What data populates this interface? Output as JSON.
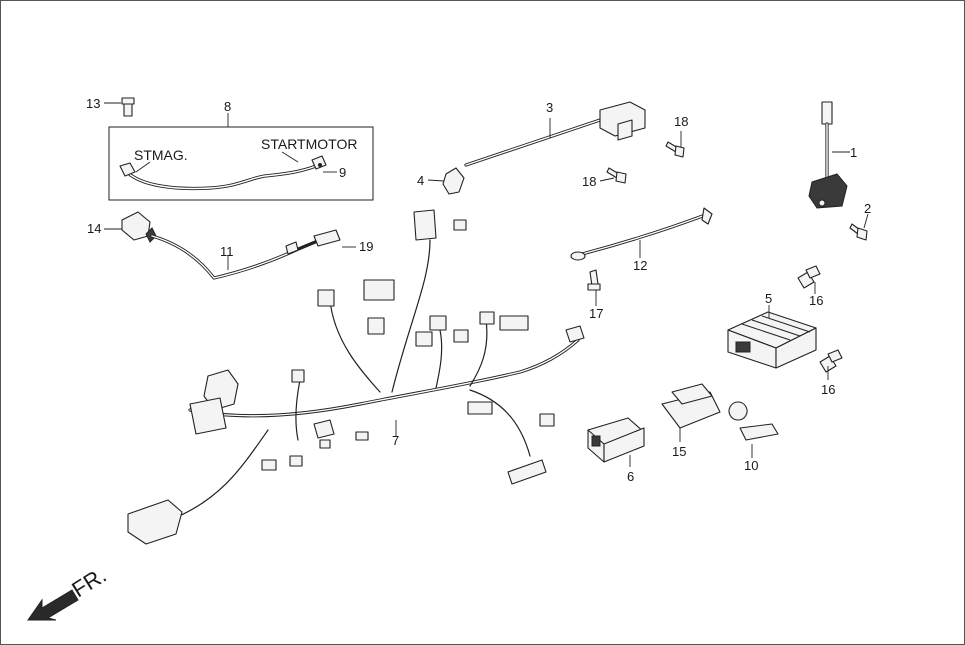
{
  "diagram": {
    "callouts": [
      "1",
      "2",
      "3",
      "4",
      "5",
      "6",
      "7",
      "8",
      "9",
      "10",
      "11",
      "12",
      "13",
      "14",
      "15",
      "16",
      "16",
      "17",
      "18",
      "18",
      "19"
    ],
    "box_labels": {
      "st_mag": "STMAG.",
      "start_motor": "STARTMOTOR"
    },
    "direction_label": "FR.",
    "colors": {
      "line": "#222222",
      "frame": "#555555",
      "background": "#ffffff"
    }
  }
}
